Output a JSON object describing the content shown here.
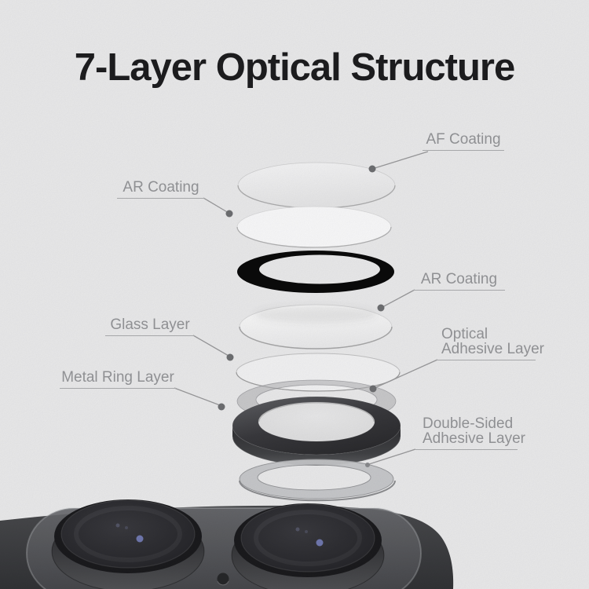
{
  "title": "7-Layer Optical Structure",
  "labels": {
    "af": {
      "lines": [
        "AF Coating"
      ]
    },
    "ar_left": {
      "lines": [
        "AR Coating"
      ]
    },
    "ar_right": {
      "lines": [
        "AR Coating"
      ]
    },
    "glass": {
      "lines": [
        "Glass Layer"
      ]
    },
    "optical": {
      "lines": [
        "Optical",
        "Adhesive Layer"
      ]
    },
    "metal": {
      "lines": [
        "Metal Ring Layer"
      ]
    },
    "double_sided": {
      "lines": [
        "Double-Sided",
        "Adhesive Layer"
      ]
    }
  },
  "layer_stack_order": [
    "AF Coating",
    "AR Coating",
    "AR Coating",
    "Glass Layer",
    "Optical Adhesive Layer",
    "Metal Ring Layer",
    "Double-Sided Adhesive Layer"
  ],
  "colors": {
    "background": "#ededee",
    "title_text": "#1c1c1e",
    "label_text": "#8f9093",
    "leader_line": "#9b9b9d",
    "black_ring": "#0b0b0b",
    "metal_ring": "#3a3b3e",
    "adhesive_ring": "#c7c8ca",
    "phone_body": "#3e3f42",
    "lens_reflection": "#7d86c6"
  }
}
